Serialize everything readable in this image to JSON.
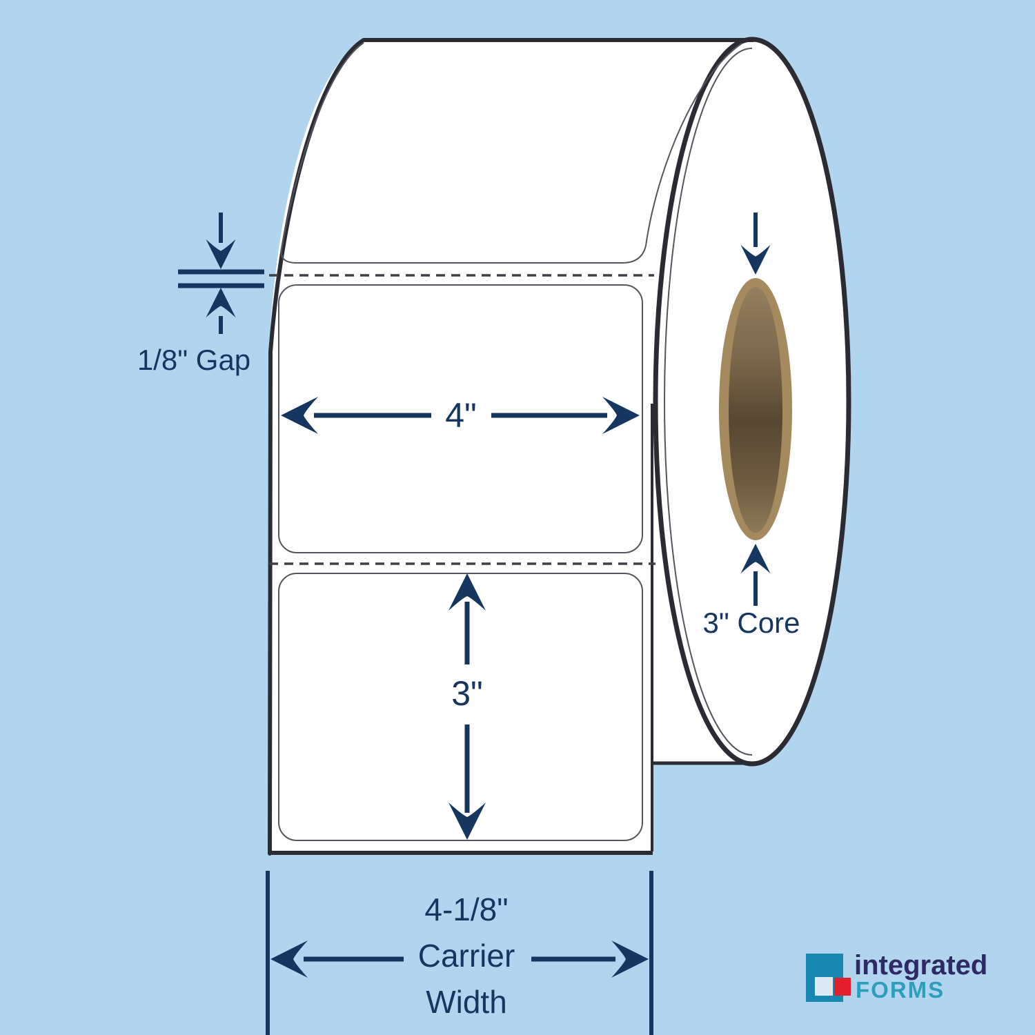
{
  "colors": {
    "background": "#b1d5ef",
    "navy": "#15365f",
    "outline": "#2b2b33",
    "label_edge": "#54545c",
    "paper_white": "#ffffff",
    "core_outer": "#a5895f",
    "core_inner_dark": "#564732",
    "logo_navy": "#2f2a63",
    "logo_teal_text": "#2d9fba",
    "logo_mark_teal": "#1888b0",
    "logo_mark_red": "#e31e2d",
    "logo_mark_light": "#dfe9f4"
  },
  "annotations": {
    "gap": "1/8\" Gap",
    "label_width": "4\"",
    "label_height": "3\"",
    "core": "3\" Core",
    "carrier_line1": "4-1/8\"",
    "carrier_line2": "Carrier",
    "carrier_line3": "Width"
  },
  "logo": {
    "word1": "integrated",
    "word2": "FORMS"
  }
}
